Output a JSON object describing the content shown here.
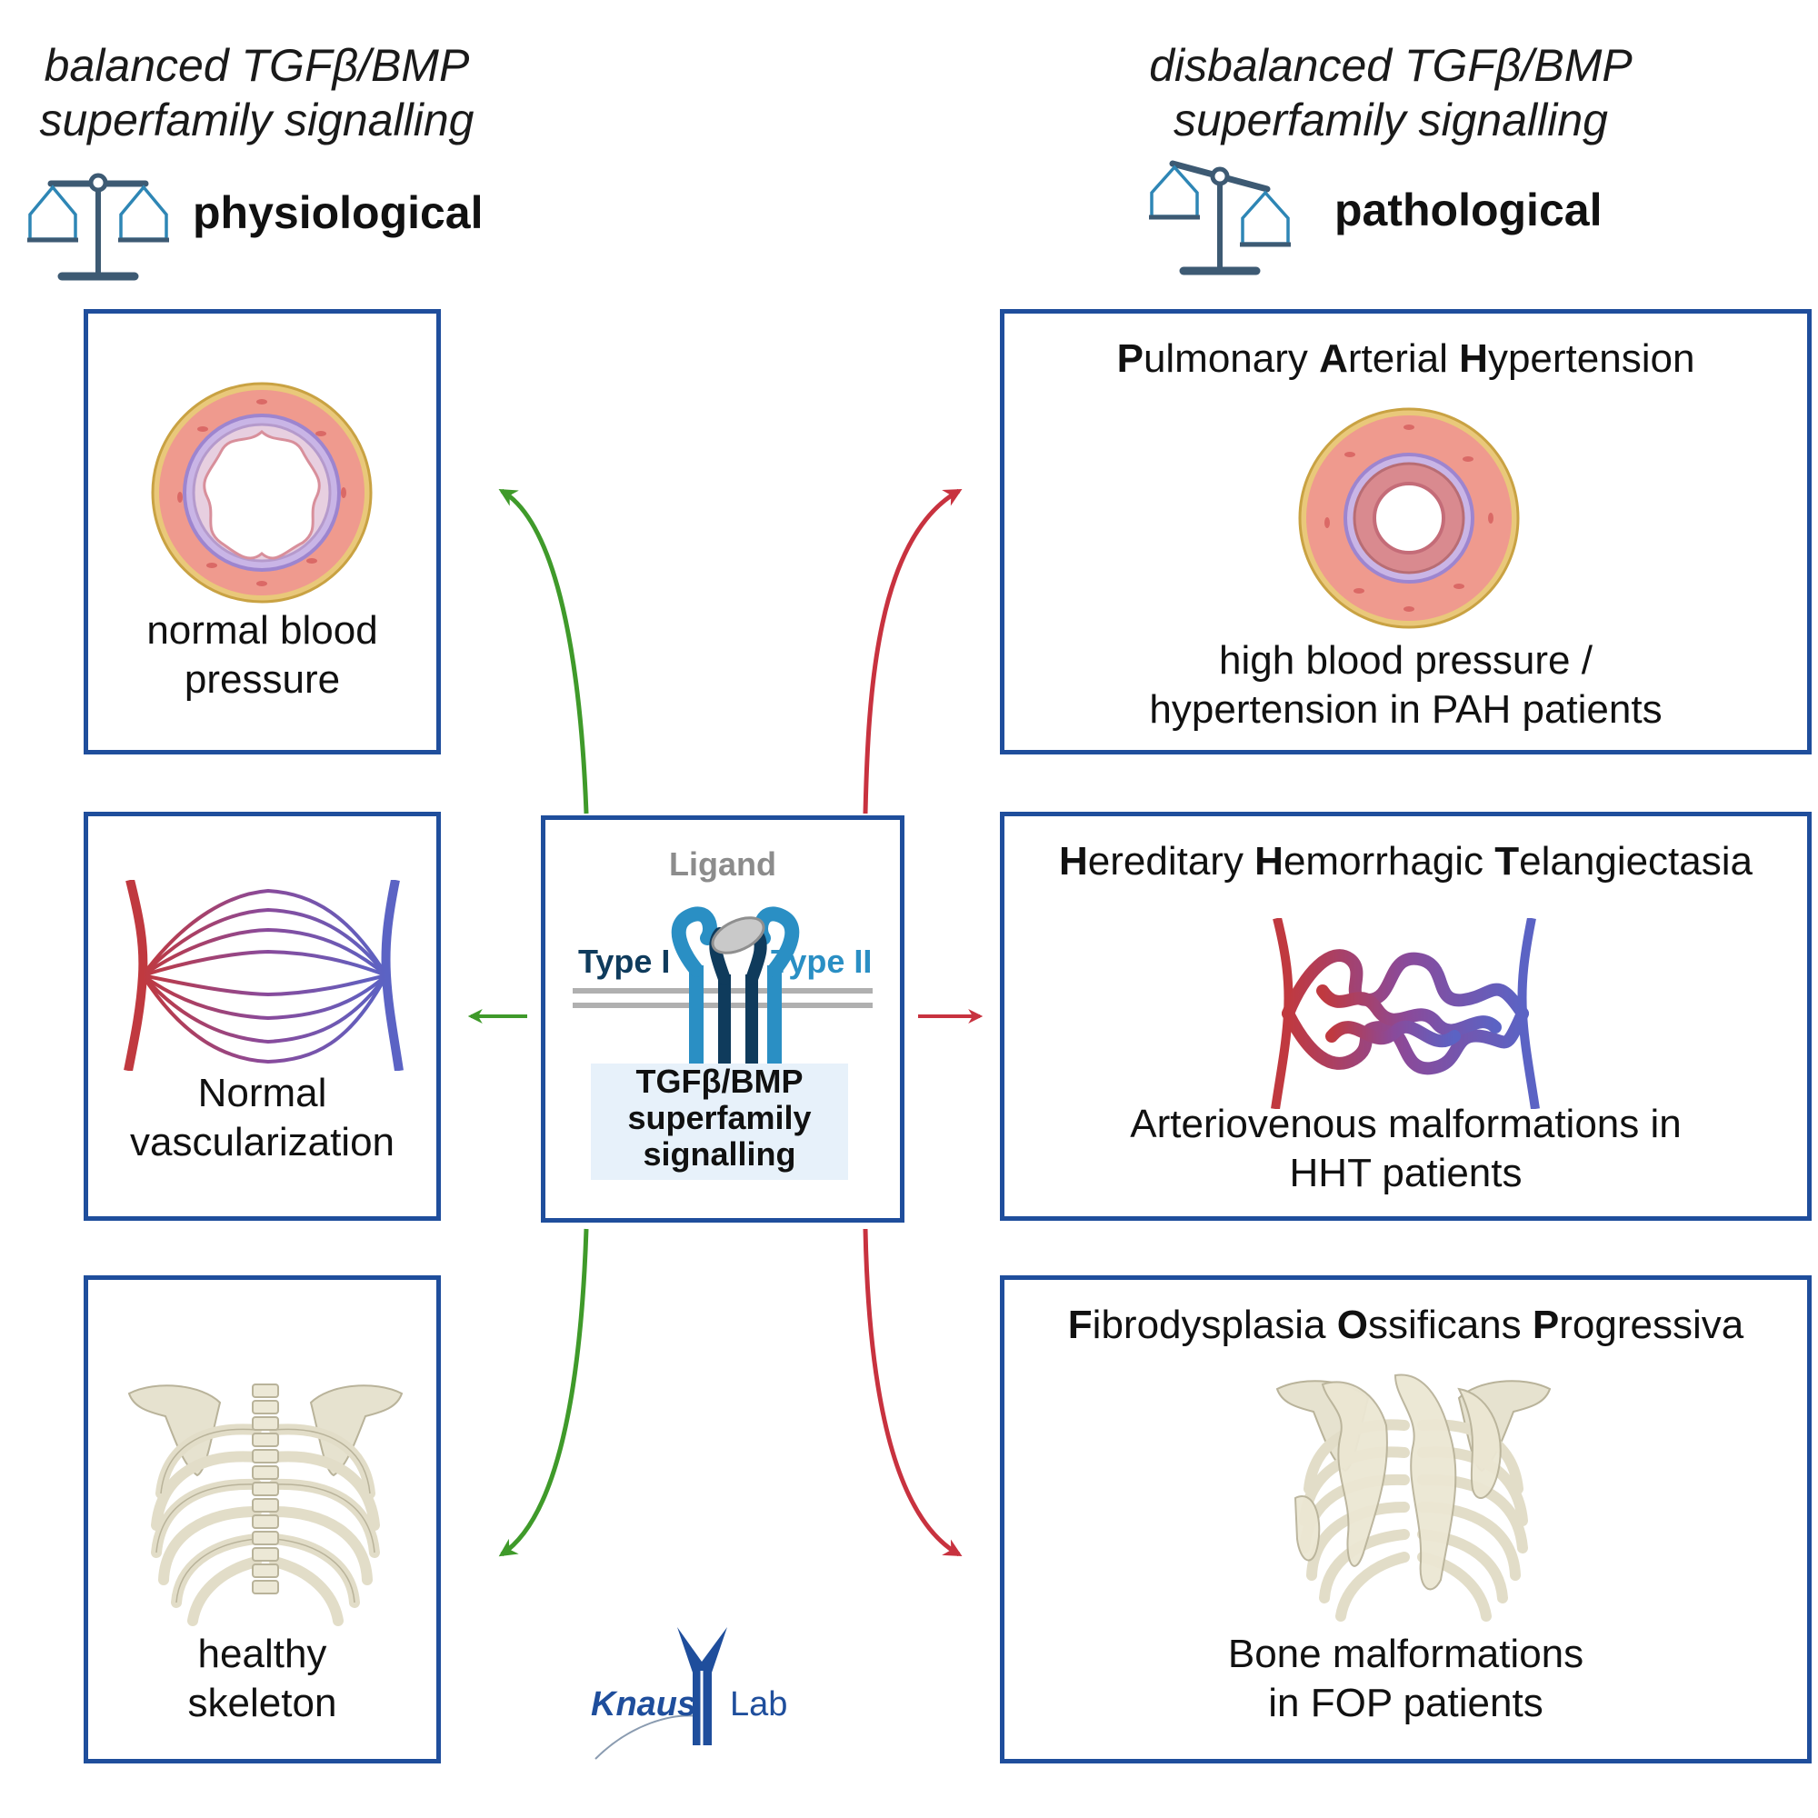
{
  "left_heading": {
    "line1": "balanced TGFβ/BMP",
    "line2": "superfamily signalling"
  },
  "right_heading": {
    "line1": "disbalanced TGFβ/BMP",
    "line2": "superfamily signalling"
  },
  "left_state": "physiological",
  "right_state": "pathological",
  "left_boxes": [
    {
      "caption1": "normal blood",
      "caption2": "pressure"
    },
    {
      "caption1": "Normal",
      "caption2": "vascularization"
    },
    {
      "caption1": "healthy",
      "caption2": "skeleton"
    }
  ],
  "right_boxes": [
    {
      "title": [
        {
          "b": "P",
          "r": "ulmonary "
        },
        {
          "b": "A",
          "r": "rterial "
        },
        {
          "b": "H",
          "r": "ypertension"
        }
      ],
      "caption1": "high blood pressure /",
      "caption2": "hypertension in PAH patients"
    },
    {
      "title": [
        {
          "b": "H",
          "r": "ereditary "
        },
        {
          "b": "H",
          "r": "emorrhagic "
        },
        {
          "b": "T",
          "r": "elangiectasia"
        }
      ],
      "caption1": "Arteriovenous malformations in",
      "caption2": "HHT patients"
    },
    {
      "title": [
        {
          "b": "F",
          "r": "ibrodysplasia "
        },
        {
          "b": "O",
          "r": "ssificans "
        },
        {
          "b": "P",
          "r": "rogressiva"
        }
      ],
      "caption1": "Bone malformations",
      "caption2": "in FOP patients"
    }
  ],
  "center": {
    "ligand": "Ligand",
    "type1": "Type I",
    "type2": "Type II",
    "line1": "TGFβ/BMP",
    "line2": "superfamily",
    "line3": "signalling"
  },
  "logo": {
    "left": "Knaus",
    "right": "Lab"
  },
  "colors": {
    "box_border": "#1f4e9c",
    "arrow_green": "#3f9a2a",
    "arrow_red": "#c8323f",
    "artery": "#c0393f",
    "vein": "#5b63c4",
    "bone": "#e6e2cf",
    "scale": "#3d5a73"
  },
  "icons": [
    "balance-scale-icon",
    "tilted-balance-scale-icon",
    "vessel-cross-section-icon",
    "capillary-network-icon",
    "malformed-vessel-icon",
    "ribcage-icon",
    "malformed-ribcage-icon",
    "receptor-complex-icon"
  ]
}
